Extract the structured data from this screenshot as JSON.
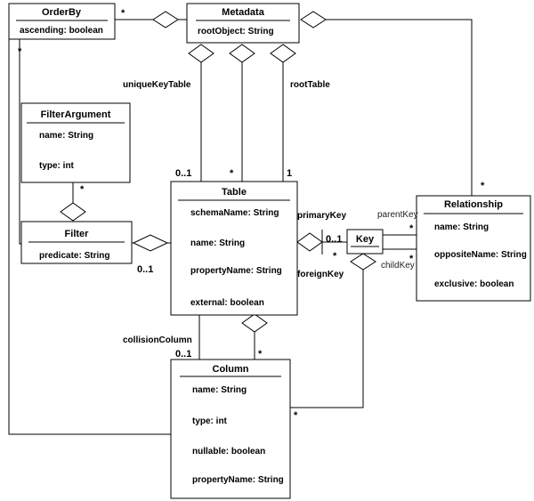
{
  "classes": {
    "orderby": {
      "title": "OrderBy",
      "attrs": [
        "ascending: boolean"
      ]
    },
    "metadata": {
      "title": "Metadata",
      "attrs": [
        "rootObject: String"
      ]
    },
    "filterargument": {
      "title": "FilterArgument",
      "attrs": [
        "name: String",
        "type: int"
      ]
    },
    "filter": {
      "title": "Filter",
      "attrs": [
        "predicate: String"
      ]
    },
    "table": {
      "title": "Table",
      "attrs": [
        "schemaName: String",
        "name: String",
        "propertyName: String",
        "external: boolean"
      ]
    },
    "key": {
      "title": "Key",
      "attrs": []
    },
    "relationship": {
      "title": "Relationship",
      "attrs": [
        "name: String",
        "oppositeName: String",
        "exclusive: boolean"
      ]
    },
    "column": {
      "title": "Column",
      "attrs": [
        "name: String",
        "type: int",
        "nullable: boolean",
        "propertyName: String"
      ]
    }
  },
  "labels": {
    "uniqueKeyTable": "uniqueKeyTable",
    "rootTable": "rootTable",
    "primaryKey": "primaryKey",
    "foreignKey": "foreignKey",
    "parentKey": "parentKey",
    "childKey": "childKey",
    "collisionColumn": "collisionColumn"
  },
  "multiplicities": {
    "orderby_metadata": "*",
    "orderby_filter": "*",
    "filterarg": "*",
    "filter_table": "0..1",
    "table_unique": "0..1",
    "table_mid": "*",
    "table_root": "1",
    "relationship_meta": "*",
    "key_primary": "0..1",
    "key_foreign": "*",
    "rel_parent": "*",
    "rel_child": "*",
    "column_collision": "0..1",
    "column_table": "*",
    "column_key": "*"
  }
}
